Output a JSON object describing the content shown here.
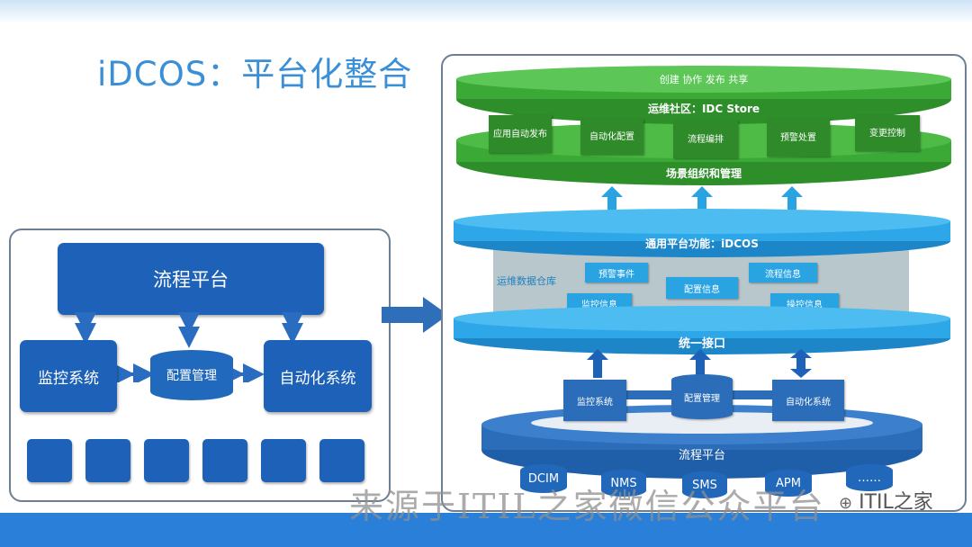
{
  "slide": {
    "title": "iDCOS：平台化整合"
  },
  "left": {
    "process_platform": "流程平台",
    "monitoring": "监控系统",
    "config_mgmt": "配置管理",
    "automation": "自动化系统"
  },
  "right": {
    "top_caption": "创建 协作 发布 共享",
    "community": "运维社区：IDC Store",
    "green_items": [
      "应用自动发布",
      "自动化配置",
      "流程编排",
      "预警处置",
      "变更控制"
    ],
    "scene": "场景组织和管理",
    "general_platform": "通用平台功能：iDCOS",
    "warehouse": "运维数据仓库",
    "tags": {
      "alarm_events": "预警事件",
      "process_info": "流程信息",
      "config_info": "配置信息",
      "monitor_info": "监控信息",
      "operate_info": "操控信息"
    },
    "unified_interface": "统一接口",
    "lower_boxes": [
      "监控系统",
      "配置管理",
      "自动化系统"
    ],
    "process_platform": "流程平台",
    "data_sources": [
      "DCIM",
      "NMS",
      "SMS",
      "APM",
      "……"
    ]
  },
  "watermark": {
    "text": "来源于ITIL之家微信公众平台",
    "badge": "ITIL之家"
  },
  "colors": {
    "title": "#3a8fd6",
    "dark_blue": "#1d62b8",
    "green": "#3aa936",
    "cyan": "#2ea7e8",
    "bottom_band": "#2a7fd8"
  }
}
